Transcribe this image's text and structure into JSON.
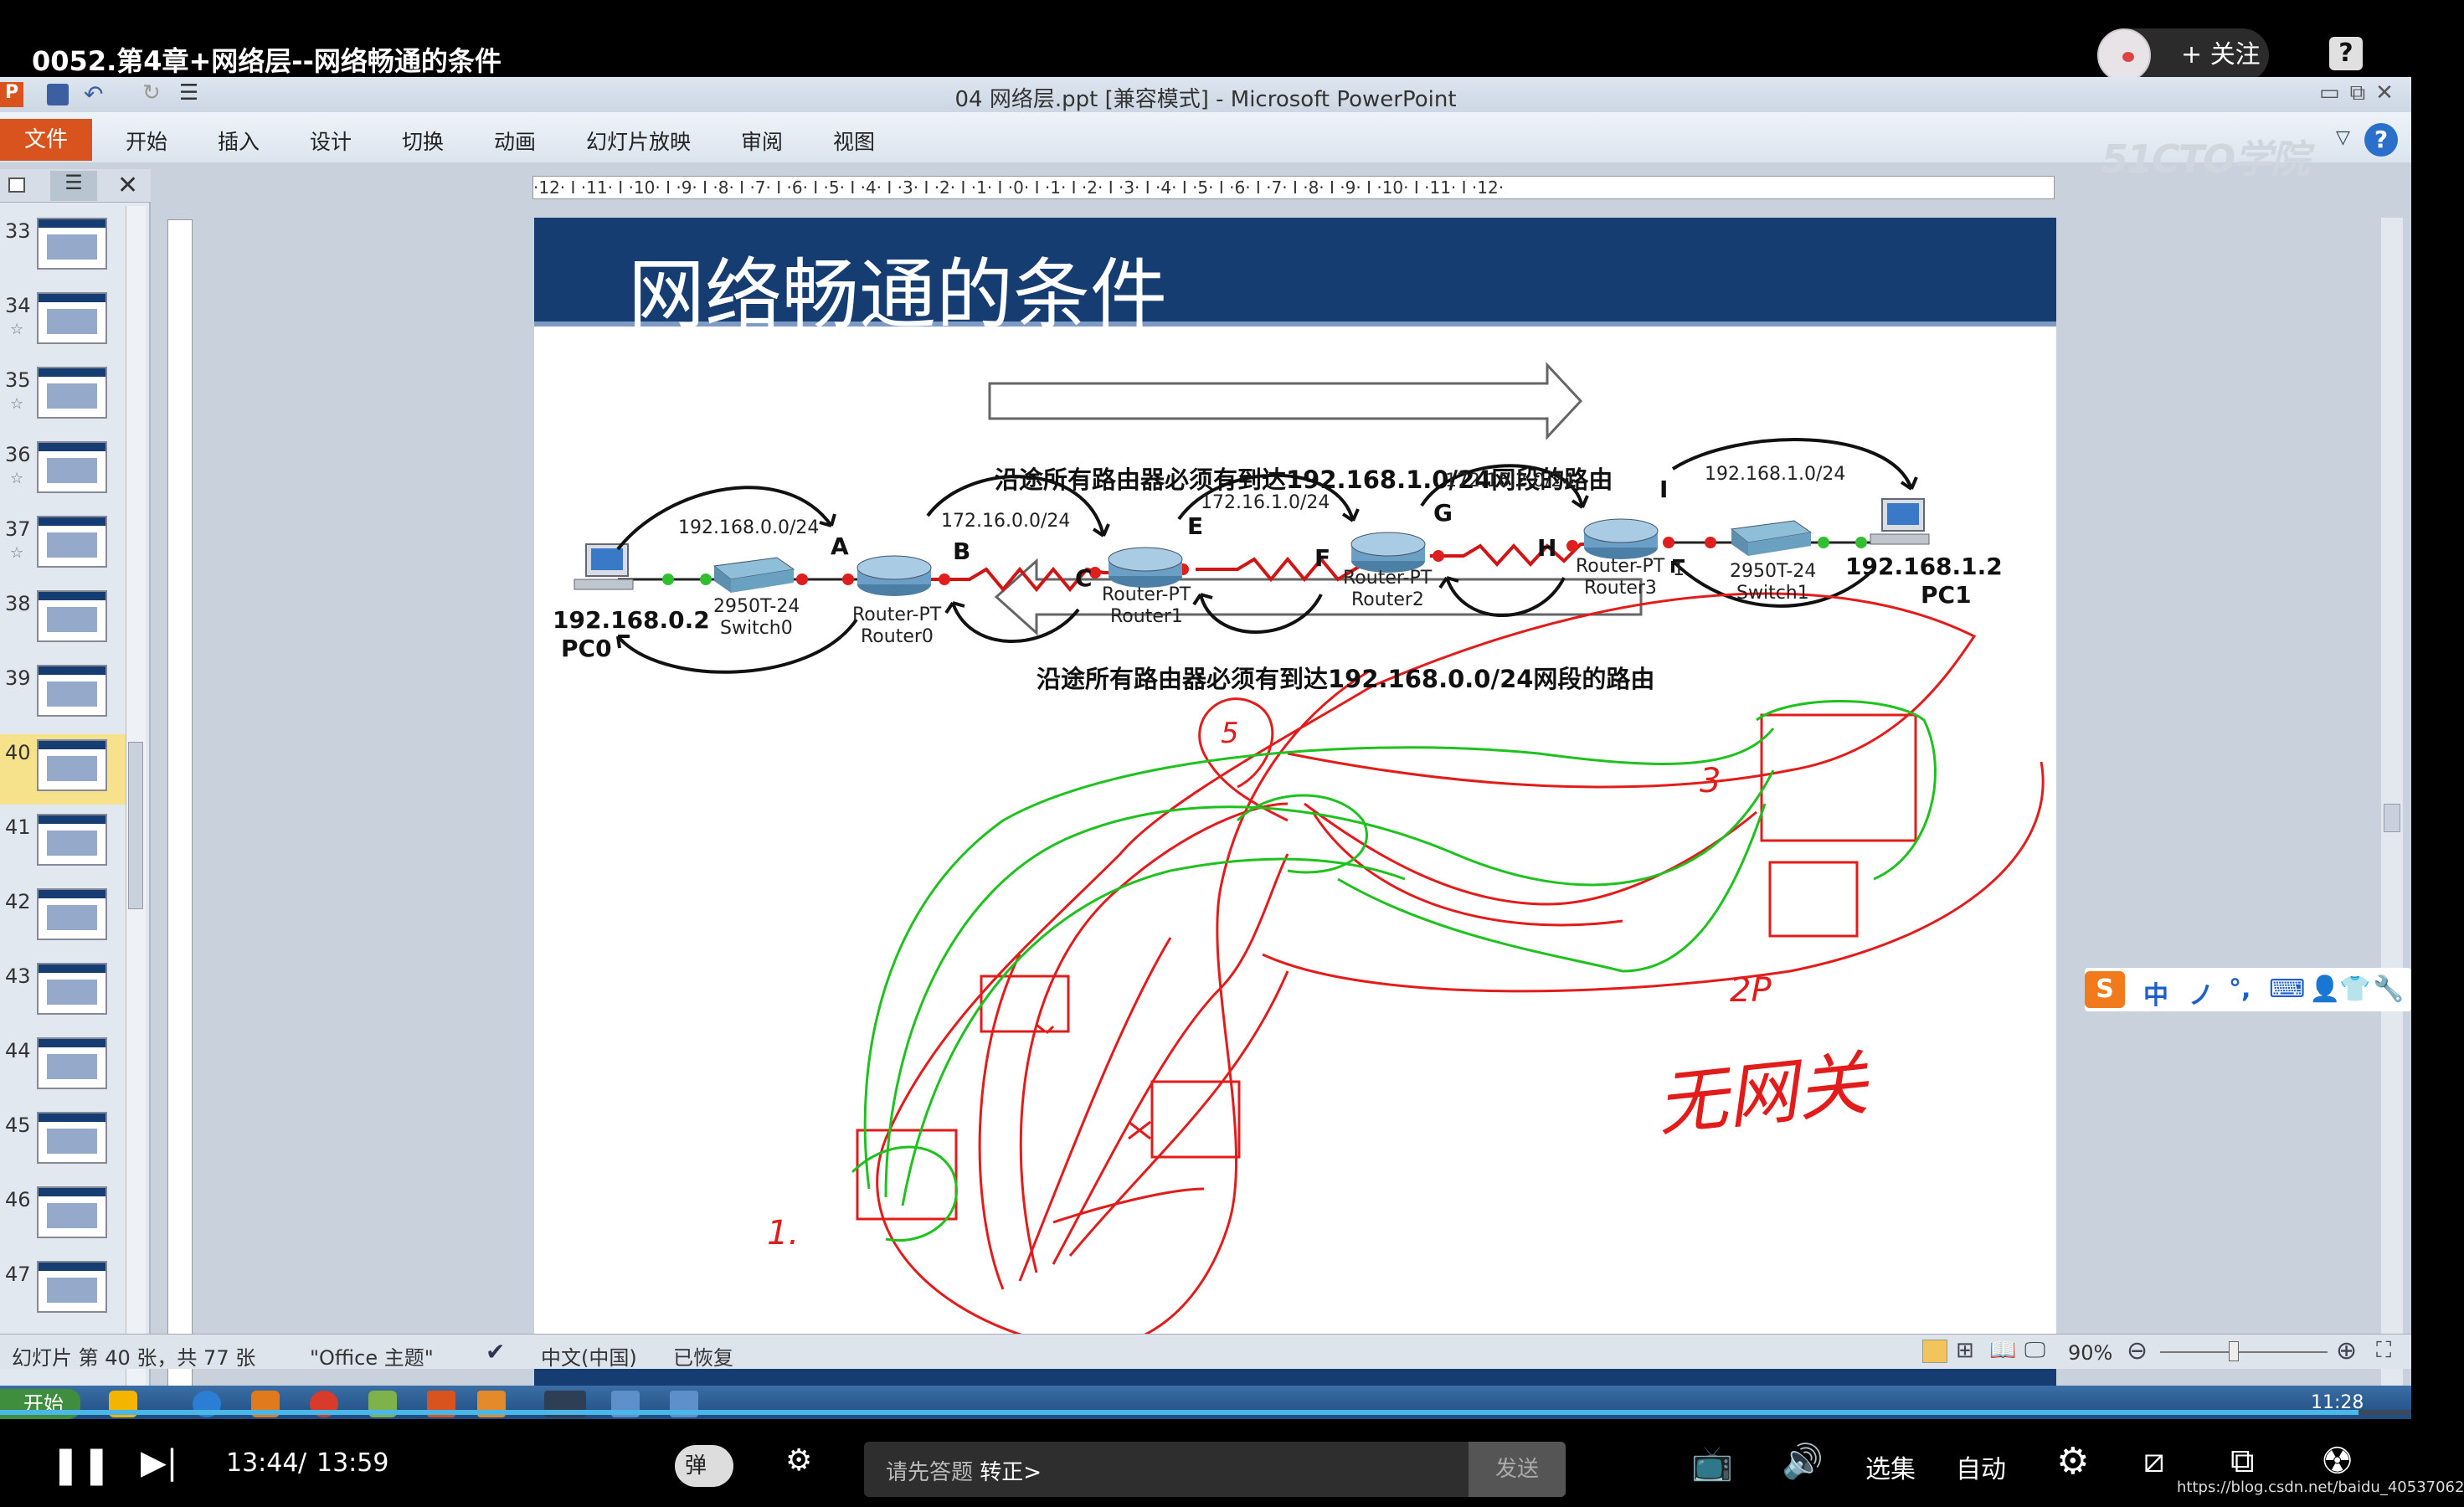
{
  "video": {
    "title": "0052.第4章+网络层--网络畅通的条件",
    "follow_label": "关注",
    "time_current": "13:44",
    "time_sep": "/",
    "time_total": "13:59",
    "danmu_toggle": "弹",
    "danmu_placeholder": "请先答题",
    "danmu_link": "转正>",
    "send_label": "发送",
    "select_label": "选集",
    "auto_label": "自动",
    "progress_fraction": 0.978,
    "watermark": "https://blog.csdn.net/baidu_40537062"
  },
  "ppt": {
    "window_title": "04 网络层.ppt [兼容模式]  -  Microsoft PowerPoint",
    "tabs": [
      "文件",
      "开始",
      "插入",
      "设计",
      "切换",
      "动画",
      "幻灯片放映",
      "审阅",
      "视图"
    ],
    "brand": "51CTO学院",
    "thumbnails": [
      {
        "num": "33",
        "star": ""
      },
      {
        "num": "34",
        "star": "☆"
      },
      {
        "num": "35",
        "star": "☆"
      },
      {
        "num": "36",
        "star": "☆"
      },
      {
        "num": "37",
        "star": "☆"
      },
      {
        "num": "38",
        "star": ""
      },
      {
        "num": "39",
        "star": ""
      },
      {
        "num": "40",
        "star": ""
      },
      {
        "num": "41",
        "star": ""
      },
      {
        "num": "42",
        "star": ""
      },
      {
        "num": "43",
        "star": ""
      },
      {
        "num": "44",
        "star": ""
      },
      {
        "num": "45",
        "star": ""
      },
      {
        "num": "46",
        "star": ""
      },
      {
        "num": "47",
        "star": ""
      }
    ],
    "ruler_h": "·12· I ·11· I ·10· I ·9· I ·8· I ·7· I ·6· I ·5· I ·4· I ·3· I ·2· I ·1· I ·0· I ·1· I ·2· I ·3· I ·4· I ·5· I ·6· I ·7· I ·8· I ·9· I ·10· I ·11· I ·12·",
    "status": {
      "slide_info": "幻灯片 第 40 张，共 77 张",
      "theme": "\"Office 主题\"",
      "language": "中文(中国)",
      "recovered": "已恢复",
      "zoom": "90%"
    },
    "taskbar_start": "开始",
    "taskbar_time": "11:28",
    "ime": {
      "items": [
        "中",
        "ノ",
        "°,",
        "⌨",
        "👤",
        "👕",
        "🔧"
      ]
    }
  },
  "slide": {
    "title": "网络畅通的条件",
    "arrow_top": "沿途所有路由器必须有到达192.168.1.0/24网段的路由",
    "arrow_bottom": "沿途所有路由器必须有到达192.168.0.0/24网段的路由",
    "nets": [
      "192.168.0.0/24",
      "172.16.0.0/24",
      "172.16.1.0/24",
      "172.16.2.0/24",
      "192.168.1.0/24"
    ],
    "ports": [
      "A",
      "B",
      "C",
      "E",
      "F",
      "G",
      "H",
      "I"
    ],
    "devices": {
      "pc0_ip": "192.168.0.2",
      "pc0_name": "PC0",
      "switch0_model": "2950T-24",
      "switch0_name": "Switch0",
      "router0_model": "Router-PT",
      "router0_name": "Router0",
      "router1_model": "Router-PT",
      "router1_name": "Router1",
      "router2_model": "Router-PT",
      "router2_name": "Router2",
      "router3_model": "Router-PT",
      "router3_name": "Router3",
      "router3_port": "1",
      "switch1_model": "2950T-24",
      "switch1_name": "Switch1",
      "pc1_ip": "192.168.1.2",
      "pc1_name": "PC1"
    },
    "handwriting": [
      "1.",
      "5",
      "3",
      "2P",
      "无网关"
    ]
  }
}
